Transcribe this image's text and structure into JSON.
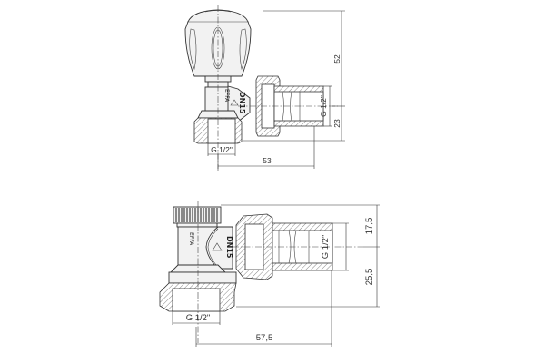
{
  "drawing": {
    "type": "technical-drawing",
    "subject": "angled radiator valve",
    "views": [
      {
        "name": "top-view",
        "body_marking": "DN15",
        "dimensions": {
          "height_upper": "52",
          "height_lower": "23",
          "outlet_thread": "G 1/2\"",
          "inlet_thread": "G 1/2\"",
          "length": "53"
        }
      },
      {
        "name": "bottom-view",
        "body_marking": "DN15",
        "dimensions": {
          "height_upper": "17,5",
          "height_lower": "25,5",
          "outlet_thread": "G 1/2\"",
          "inlet_thread": "G 1/2\"",
          "length": "57,5"
        }
      }
    ]
  }
}
